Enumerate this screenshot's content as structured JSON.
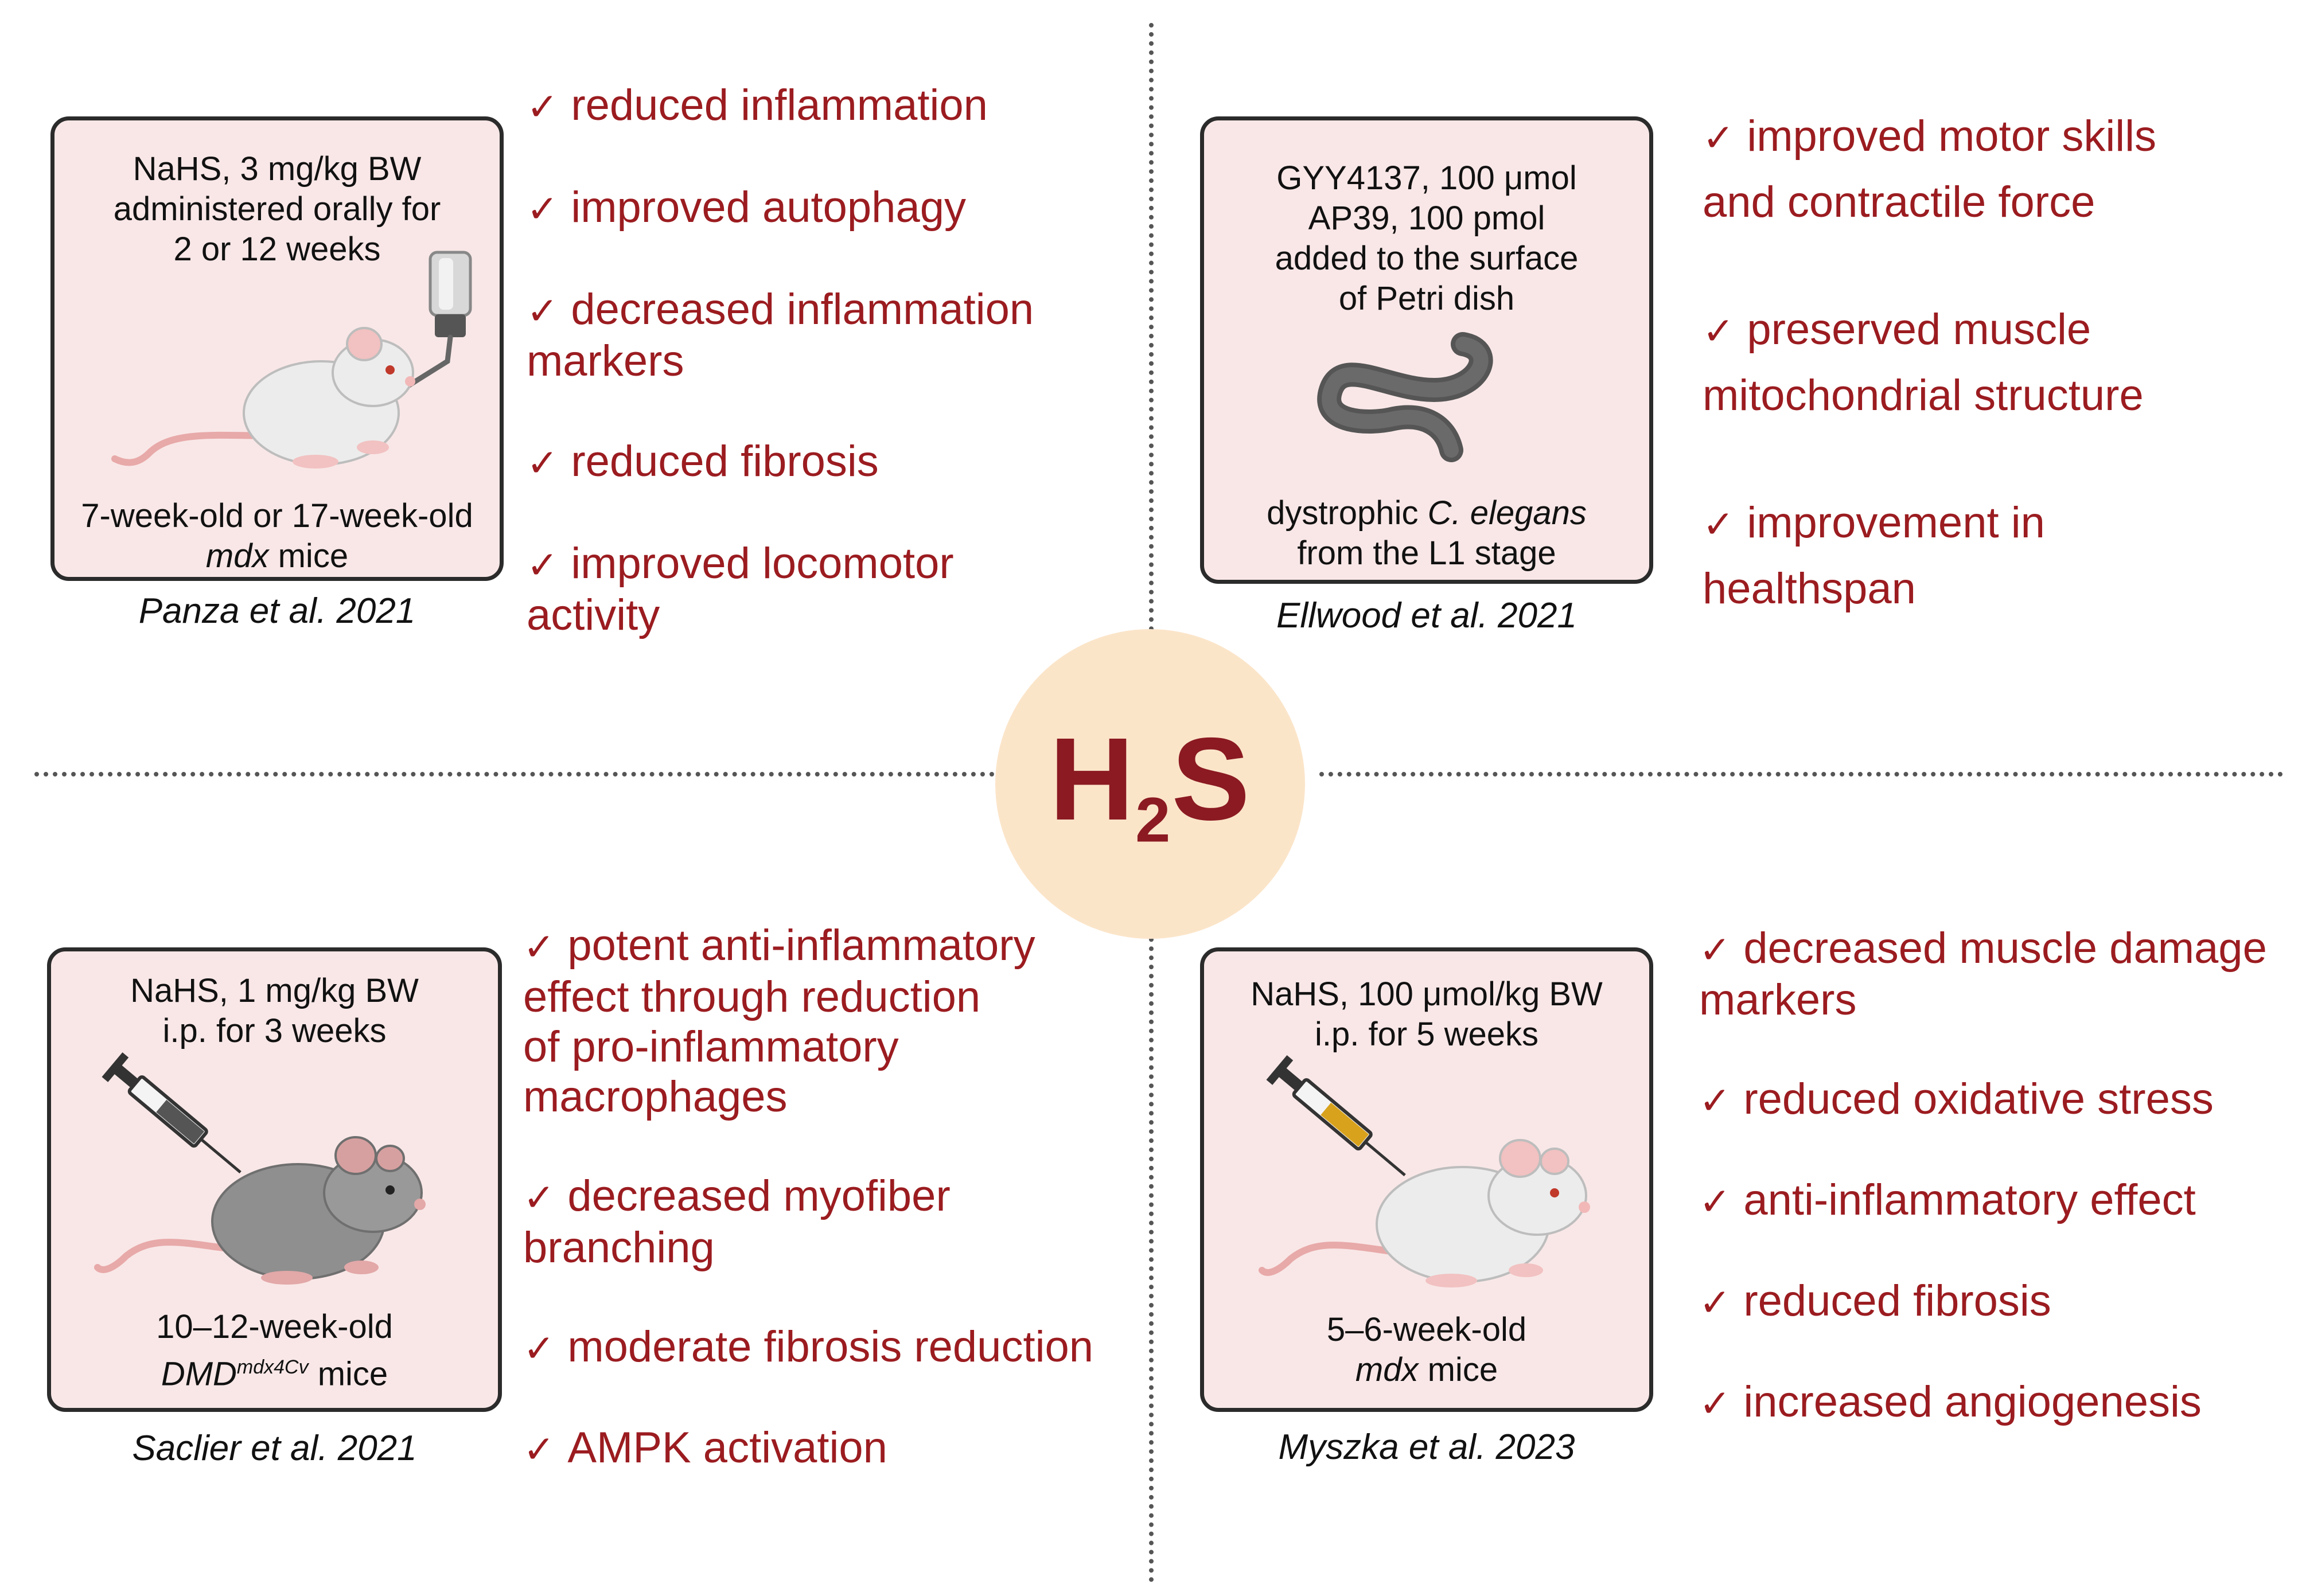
{
  "center": {
    "label_h": "H",
    "label_sub": "2",
    "label_s": "S"
  },
  "check_glyph": "✓",
  "colors": {
    "effect_text": "#9b1c20",
    "panel_bg": "#f9e7e7",
    "circle_bg": "#fbe5c9",
    "h2s_text": "#8b1a22"
  },
  "top_left": {
    "panel_lines": [
      "NaHS, 3 mg/kg BW",
      "administered orally for",
      "2 or 12 weeks"
    ],
    "subject_line1": "7-week-old or 17-week-old",
    "subject_italic": "mdx",
    "subject_rest": " mice",
    "citation": "Panza et al. 2021",
    "effects": [
      "reduced inflammation",
      "improved autophagy",
      "decreased inflammation",
      "markers",
      "reduced fibrosis",
      "improved locomotor",
      "activity"
    ]
  },
  "top_right": {
    "panel_lines": [
      "GYY4137, 100  μmol",
      "AP39, 100 pmol",
      "added to the surface",
      "of Petri dish"
    ],
    "subject_pre": "dystrophic ",
    "subject_italic": "C. elegans",
    "subject_line2": "from the L1 stage",
    "citation": "Ellwood et al. 2021",
    "effects": [
      "improved motor skills",
      "and contractile force",
      "preserved muscle",
      "mitochondrial structure",
      "improvement in",
      "healthspan"
    ]
  },
  "bottom_left": {
    "panel_lines": [
      "NaHS, 1  mg/kg BW",
      "i.p. for 3 weeks"
    ],
    "subject_line1": "10–12-week-old",
    "subject_italic": "DMD",
    "subject_sup": "mdx4Cv",
    "subject_rest": " mice",
    "citation": "Saclier et al. 2021",
    "effects": [
      "potent anti-inflammatory",
      "effect through reduction",
      "of pro-inflammatory",
      "macrophages",
      "decreased myofiber",
      "branching",
      "moderate fibrosis reduction",
      "AMPK activation"
    ]
  },
  "bottom_right": {
    "panel_lines": [
      "NaHS, 100 μmol/kg BW",
      "i.p. for 5 weeks"
    ],
    "subject_line1": "5–6-week-old",
    "subject_italic": "mdx",
    "subject_rest": " mice",
    "citation": "Myszka et al. 2023",
    "effects": [
      "decreased muscle damage",
      "markers",
      "reduced oxidative stress",
      "anti-inflammatory effect",
      "reduced fibrosis",
      "increased angiogenesis"
    ]
  }
}
